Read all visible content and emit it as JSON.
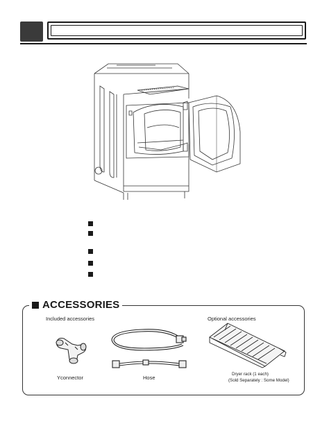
{
  "accessories": {
    "title": "ACCESSORIES",
    "included_label": "Included accessories",
    "optional_label": "Optional accessories",
    "items": {
      "y_connector": "Yconnector",
      "hose": "Hose",
      "dryer_rack": "Dryer rack (1 each)",
      "dryer_rack_note": "(Sold Separately : Some Model)"
    }
  }
}
